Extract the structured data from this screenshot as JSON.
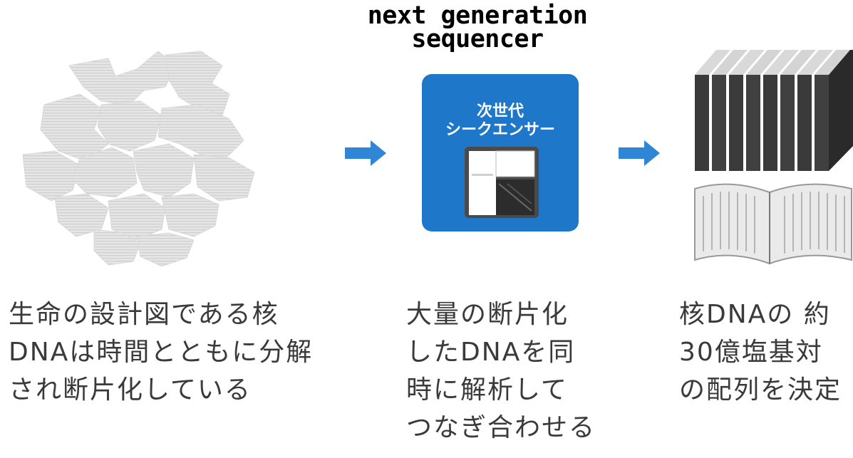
{
  "header": {
    "title": "next generation\nsequencer"
  },
  "steps": [
    {
      "caption": "生命の設計図である核\nDNAは時間とともに分解\nされ断片化している",
      "icon": "fragmented-dna-puzzle-icon"
    },
    {
      "box_label": "次世代\nシークエンサー",
      "caption": "大量の断片化\nしたDNAを同\n時に解析して\nつなぎ合わせる",
      "icon": "sequencer-machine-icon"
    },
    {
      "caption": "核DNAの 約\n30億塩基対\nの配列を決定",
      "icon": "books-icon"
    }
  ],
  "colors": {
    "accent_blue": "#1e77c8",
    "arrow_blue": "#2f86d6",
    "caption_text": "#3a3a3a"
  }
}
